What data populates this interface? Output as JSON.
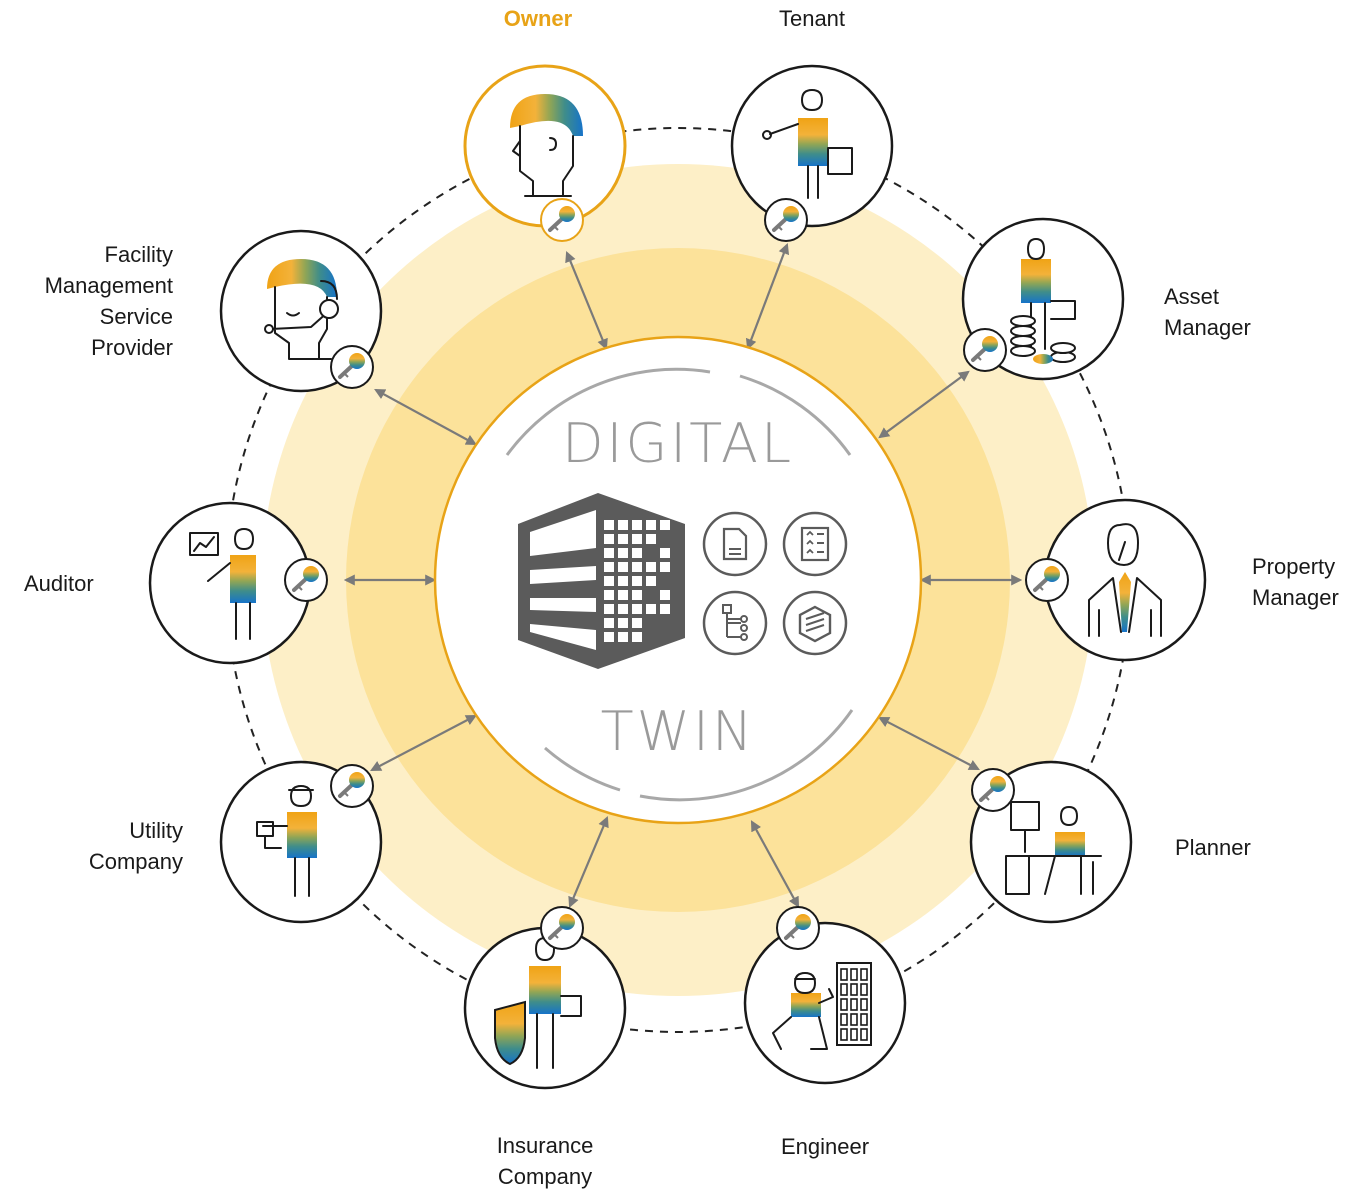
{
  "center": {
    "top_word": "DIGITAL",
    "bottom_word": "TWIN"
  },
  "colors": {
    "accent": "#e8a317",
    "ring_outer": "#fdefc7",
    "ring_inner": "#fce29a",
    "arrow": "#7a7a7a",
    "icon_gray": "#5b5b5b"
  },
  "roles": {
    "owner": {
      "lines": [
        "Owner"
      ],
      "icon": "person-head-icon",
      "highlight": true
    },
    "tenant": {
      "lines": [
        "Tenant"
      ],
      "icon": "presenter-woman-icon"
    },
    "asset_manager": {
      "lines": [
        "Asset",
        "Manager"
      ],
      "icon": "coins-person-icon"
    },
    "property_manager": {
      "lines": [
        "Property",
        "Manager"
      ],
      "icon": "businessman-icon"
    },
    "planner": {
      "lines": [
        "Planner"
      ],
      "icon": "desk-worker-icon"
    },
    "engineer": {
      "lines": [
        "Engineer"
      ],
      "icon": "kneeling-engineer-icon"
    },
    "insurance_company": {
      "lines": [
        "Insurance",
        "Company"
      ],
      "icon": "shield-person-icon"
    },
    "utility_company": {
      "lines": [
        "Utility",
        "Company"
      ],
      "icon": "worker-person-icon"
    },
    "auditor": {
      "lines": [
        "Auditor"
      ],
      "icon": "chart-presenter-icon"
    },
    "facility_management": {
      "lines": [
        "Facility",
        "Management",
        "Service",
        "Provider"
      ],
      "icon": "headset-person-icon"
    }
  },
  "center_icons": [
    "building-icon",
    "document-icon",
    "checklist-icon",
    "hierarchy-icon",
    "cube-icon"
  ],
  "badge_icon": "key-icon"
}
